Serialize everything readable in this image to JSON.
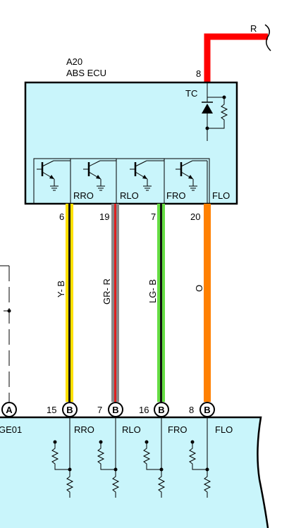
{
  "component": {
    "code": "A20",
    "name": "ABS ECU",
    "internal_labels": [
      "RRO",
      "RLO",
      "FRO",
      "FLO"
    ],
    "tc_label": "TC"
  },
  "power": {
    "wire_color_code": "R",
    "pin": "8"
  },
  "wires": [
    {
      "ecu_pin": "6",
      "color_code": "Y- B",
      "conn_pin": "15",
      "colors": [
        "#ffe000",
        "#111111"
      ]
    },
    {
      "ecu_pin": "19",
      "color_code": "GR- R",
      "conn_pin": "7",
      "colors": [
        "#e02020",
        "#888888"
      ]
    },
    {
      "ecu_pin": "7",
      "color_code": "LG- B",
      "conn_pin": "16",
      "colors": [
        "#66dd44",
        "#111111"
      ]
    },
    {
      "ecu_pin": "20",
      "color_code": "O",
      "conn_pin": "8",
      "colors": [
        "#ff8000"
      ]
    }
  ],
  "connectors": {
    "a_label": "A",
    "b_label": "B"
  },
  "lower_block": {
    "partial_label": "GE01",
    "labels": [
      "RRO",
      "RLO",
      "FRO",
      "FLO"
    ]
  },
  "colors": {
    "ecu_fill": "#c9f5fb",
    "power_wire": "#ff0000",
    "outline": "#000000"
  }
}
